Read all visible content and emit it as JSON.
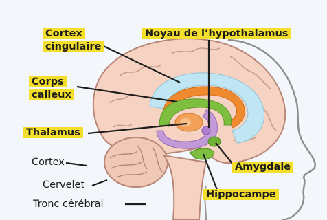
{
  "labels": {
    "cortex_cingulaire": [
      "Cortex",
      "cingulaire"
    ],
    "noyau_hypothalamus": "Noyau de l’hypothalamus",
    "corps_calleux": [
      "Corps",
      "calleux"
    ],
    "thalamus": "Thalamus",
    "cortex": "Cortex",
    "cervelet": "Cervelet",
    "tronc_cerebral": "Tronc cérébral",
    "amygdale": "Amygdale",
    "hippocampe": "Hippocampe"
  },
  "colors": {
    "highlight": "#f3df2b",
    "brain": "#f5d2c2",
    "brain_outline": "#b98676",
    "cingulate": "#bfe6f2",
    "corpus_callosum": "#f08a2e",
    "green_structure": "#7fbf3f",
    "purple_structure": "#c39ad8",
    "head_outline": "#8a8a8a"
  }
}
